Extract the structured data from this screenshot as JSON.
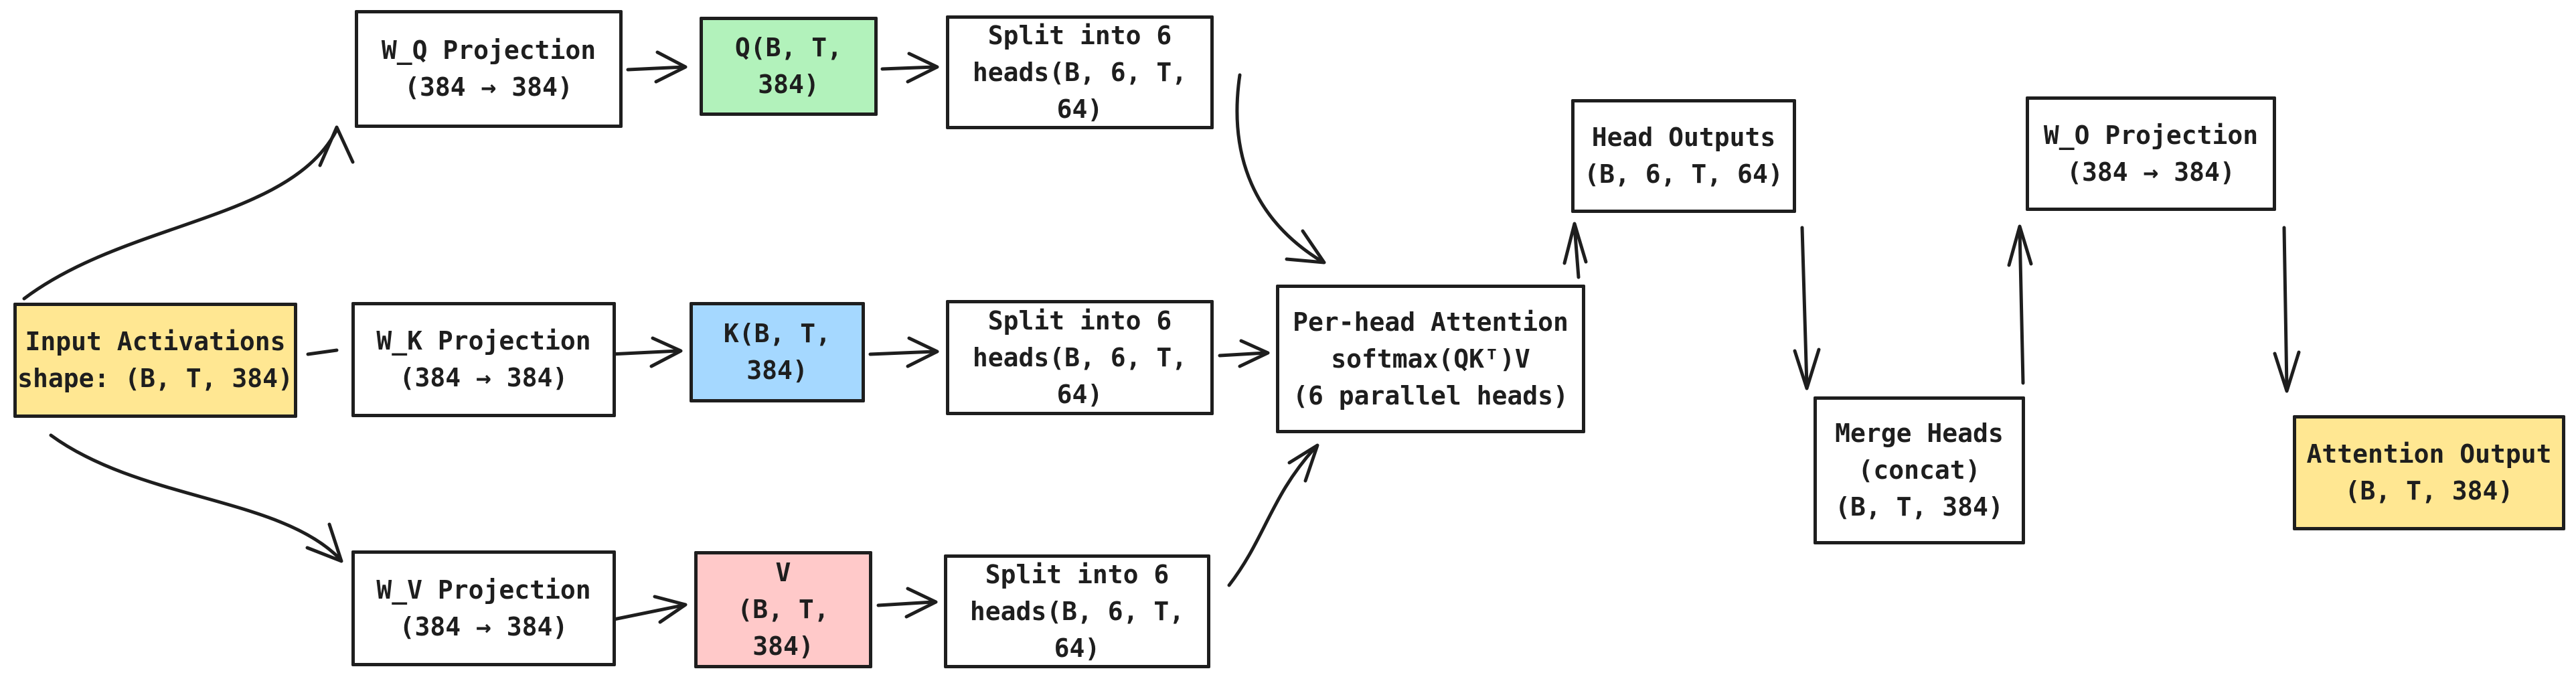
{
  "diagram": {
    "description": "Multi-head attention flow diagram",
    "colors": {
      "background": "#ffffff",
      "stroke": "#1e1e1e",
      "input_fill": "#ffe792",
      "q_fill": "#b2f2bb",
      "k_fill": "#a5d8ff",
      "v_fill": "#ffc9c9",
      "output_fill": "#ffe792"
    },
    "nodes": {
      "input": {
        "label": "Input Activations\nshape: (B, T, 384)"
      },
      "wq": {
        "label": "W_Q Projection\n(384 → 384)"
      },
      "q": {
        "label": "Q(B, T,\n384)"
      },
      "split_q": {
        "label": "Split into 6\nheads(B, 6, T, 64)"
      },
      "wk": {
        "label": "W_K Projection\n(384 → 384)"
      },
      "k": {
        "label": "K(B, T,\n384)"
      },
      "split_k": {
        "label": "Split into 6\nheads(B, 6, T, 64)"
      },
      "wv": {
        "label": "W_V Projection\n(384 → 384)"
      },
      "v": {
        "label": "V\n(B, T,\n384)"
      },
      "split_v": {
        "label": "Split into 6\nheads(B, 6, T, 64)"
      },
      "perhead": {
        "label": "Per-head Attention\nsoftmax(QKᵀ)V\n(6 parallel heads)"
      },
      "head_outputs": {
        "label": "Head Outputs\n(B, 6, T, 64)"
      },
      "merge": {
        "label": "Merge Heads\n(concat)\n(B, T, 384)"
      },
      "wo": {
        "label": "W_O Projection\n(384 → 384)"
      },
      "attn_output": {
        "label": "Attention Output\n(B, T, 384)"
      }
    },
    "edges": [
      {
        "from": "input",
        "to": "wq"
      },
      {
        "from": "input",
        "to": "wk"
      },
      {
        "from": "input",
        "to": "wv"
      },
      {
        "from": "wq",
        "to": "q"
      },
      {
        "from": "q",
        "to": "split_q"
      },
      {
        "from": "wk",
        "to": "k"
      },
      {
        "from": "k",
        "to": "split_k"
      },
      {
        "from": "wv",
        "to": "v"
      },
      {
        "from": "v",
        "to": "split_v"
      },
      {
        "from": "split_q",
        "to": "perhead"
      },
      {
        "from": "split_k",
        "to": "perhead"
      },
      {
        "from": "split_v",
        "to": "perhead"
      },
      {
        "from": "perhead",
        "to": "head_outputs"
      },
      {
        "from": "head_outputs",
        "to": "merge"
      },
      {
        "from": "merge",
        "to": "wo"
      },
      {
        "from": "wo",
        "to": "attn_output"
      }
    ]
  }
}
